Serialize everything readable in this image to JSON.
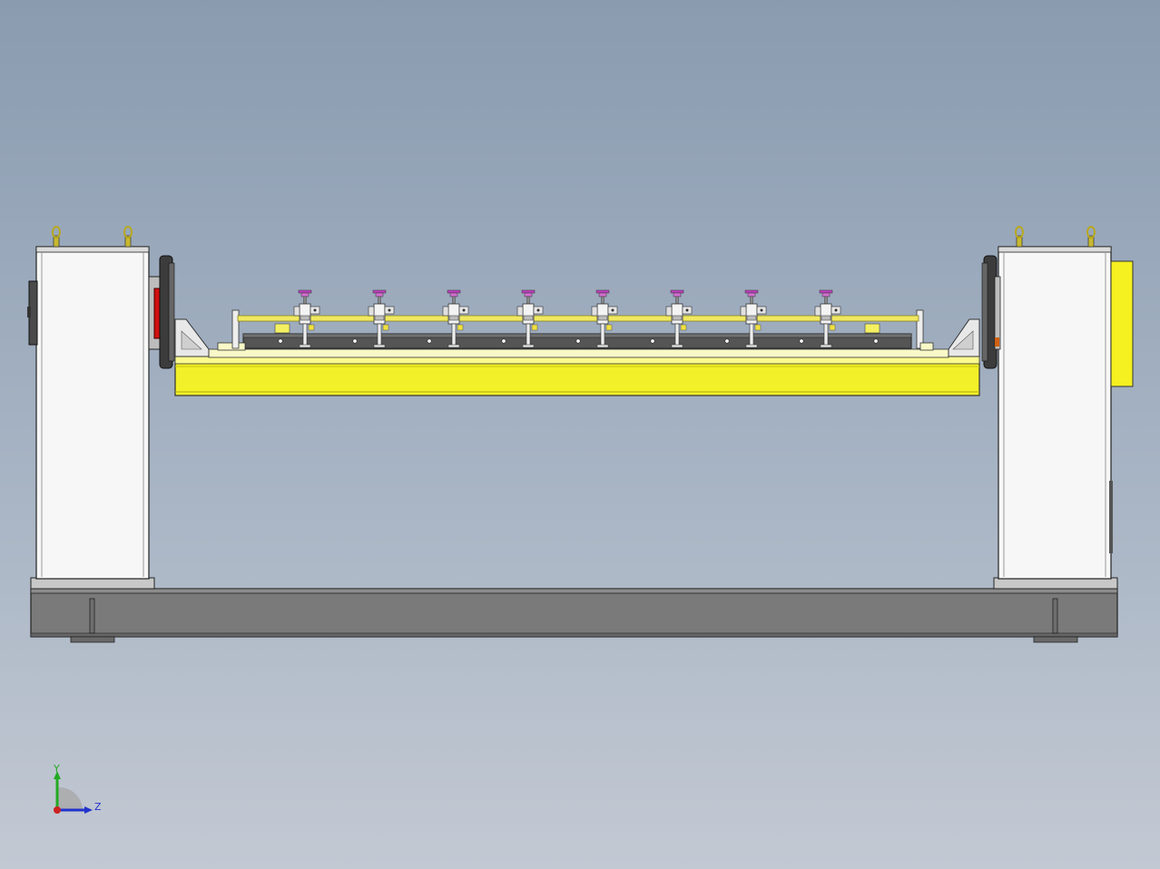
{
  "triad": {
    "y_label": "Y",
    "z_label": "Z",
    "y_color": "#22aa22",
    "z_color": "#2233cc",
    "x_color": "#cc2222"
  },
  "colors": {
    "frame_yellow": "#f2f028",
    "rail_yellow": "#f0e860",
    "base_gray": "#7a7a7a",
    "column_white": "#f7f7f7",
    "clamp_pink": "#c040c0",
    "disc_dark": "#3c3c3c",
    "bearing_red": "#d01010",
    "side_panel_yellow": "#f5f020"
  },
  "clamp_count": 8
}
